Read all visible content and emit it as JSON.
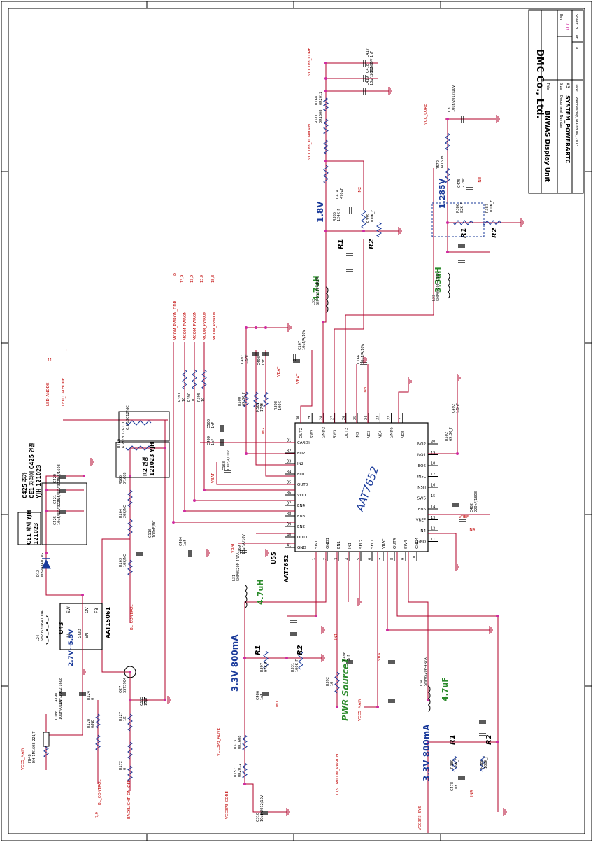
{
  "colors": {
    "wire": "#b0002a",
    "dark": "#000000",
    "blue": "#1a3a9a",
    "green": "#2a8a2a",
    "magenta": "#d02aa0",
    "red": "#c00000"
  },
  "title_block": {
    "company": "DMC Co., Ltd.",
    "title_label": "Title",
    "title": "BNWAS Display Unit",
    "size_label": "Size",
    "size": "A3",
    "docnum_label": "Document Number",
    "docnum": "SYSTEM_POWER&RTC",
    "rev_label": "Rev",
    "rev": "1.0",
    "date_label": "Date:",
    "date": "Wednesday, March 06, 2013",
    "sheet_label": "Sheet",
    "sheet": "8",
    "of_label": "of",
    "total": "18"
  },
  "chip": {
    "name": "AAT7652",
    "ref": "U55",
    "part": "AAT7652",
    "pins_top": [
      {
        "num": "30",
        "name": "OUT2"
      },
      {
        "num": "29",
        "name": "SW2"
      },
      {
        "num": "28",
        "name": "GND2"
      },
      {
        "num": "27",
        "name": "SW3"
      },
      {
        "num": "26",
        "name": "OUT3"
      },
      {
        "num": "25",
        "name": "IN3"
      },
      {
        "num": "24",
        "name": "NC3"
      },
      {
        "num": "23",
        "name": "NC4"
      },
      {
        "num": "22",
        "name": "GND5"
      },
      {
        "num": "21",
        "name": "NC5"
      }
    ],
    "pins_bottom": [
      {
        "num": "1",
        "name": "SW1"
      },
      {
        "num": "2",
        "name": "GND1"
      },
      {
        "num": "3",
        "name": "EN1"
      },
      {
        "num": "4",
        "name": "IN1"
      },
      {
        "num": "5",
        "name": "SEL2"
      },
      {
        "num": "6",
        "name": "SEL1"
      },
      {
        "num": "7",
        "name": "VBAT"
      },
      {
        "num": "8",
        "name": "OUT4"
      },
      {
        "num": "9",
        "name": "SW4"
      },
      {
        "num": "10",
        "name": "GND4"
      }
    ],
    "pins_left": [
      {
        "num": "31",
        "name": "CARDY"
      },
      {
        "num": "32",
        "name": "EO2"
      },
      {
        "num": "33",
        "name": "IN2"
      },
      {
        "num": "34",
        "name": "EO1"
      },
      {
        "num": "35",
        "name": "OUT0"
      },
      {
        "num": "36",
        "name": "VDD"
      },
      {
        "num": "37",
        "name": "EN4"
      },
      {
        "num": "38",
        "name": "EN3"
      },
      {
        "num": "39",
        "name": "EN2"
      },
      {
        "num": "40",
        "name": "OUT1"
      },
      {
        "num": "41",
        "name": "GND"
      }
    ],
    "pins_right": [
      {
        "num": "20",
        "name": "NO2"
      },
      {
        "num": "19",
        "name": "NO1"
      },
      {
        "num": "18",
        "name": "EO6"
      },
      {
        "num": "17",
        "name": "IN5L"
      },
      {
        "num": "16",
        "name": "IN5H"
      },
      {
        "num": "15",
        "name": "SW6"
      },
      {
        "num": "14",
        "name": "EN6"
      },
      {
        "num": "13",
        "name": "VREF"
      },
      {
        "num": "12",
        "name": "IN4"
      },
      {
        "num": "11",
        "name": "GND"
      }
    ]
  },
  "chip2": {
    "ref": "U43",
    "part": "AAT15061",
    "pins": [
      "SW",
      "OV",
      "IN",
      "GND",
      "EN",
      "FB"
    ]
  },
  "nets": {
    "net_mcom_pwron_ddr": "MCOM_PWRON_DDR",
    "net_mcom_pwron": "MCOM_PWRON",
    "net_led_anode": "LED_ANODE",
    "net_led_cathode": "LED_CATHODE",
    "net_bl_control": "BL_CONTROL",
    "net_backlight": "BACKLIGHT_ON_OFF",
    "net_micom_pwron": "MICOM_PWRON",
    "net_vcc5_main": "VCC5_MAIN",
    "net_vcc3p3_alive": "VCC3P3_ALIVE",
    "net_vcc3p3_core": "VCC3P3_CORE",
    "net_vcc3p3_sys": "VCC3P3_SYS",
    "net_vcc1p8_core": "VCC1P8_CORE",
    "net_vcc1p8_ddrmain": "VCC1P8_DDRMAIN",
    "net_vcc_core": "VCC_CORE",
    "net_vbat": "VBAT",
    "net_vref": "VREF",
    "net_in1": "IN1",
    "net_in2": "IN2",
    "net_in3": "IN3",
    "net_in4": "IN4",
    "page_refs": [
      "6",
      "13,9",
      "13,9",
      "13,9",
      "18,8",
      "11",
      "11",
      "7,9",
      "13,9"
    ]
  },
  "annotations": {
    "v18": "1.8V",
    "v1285": "1.285V",
    "uh_47_a": "4.7uH",
    "uh_33": "3.3uH",
    "uh_47_b": "4.7uH",
    "uh_47_c": "4.7uF",
    "ma_33_a": "3.3V 800mA",
    "ma_33_b": "3.3V 800mA",
    "pwr_source": "PWR Source1",
    "range_a": "2.7V~5.5V",
    "r1": "R1",
    "r2": "R2",
    "note1a": "C425 추가",
    "note1b": "CE1 자리에 C425 연결",
    "note1c": "YJH 121023",
    "note2a": "CE1 삭제 YJH",
    "note2b": "121023",
    "note3a": "R2 변경",
    "note3b": "121023 YJH"
  },
  "components": [
    {
      "ref": "C417",
      "val": "1nF"
    },
    {
      "ref": "C418",
      "val": "100nF"
    },
    {
      "ref": "C419",
      "val": "10uF/2012/10V"
    },
    {
      "ref": "R168",
      "val": "0R2012"
    },
    {
      "ref": "R571",
      "val": "0R1608"
    },
    {
      "ref": "C474",
      "val": "470pF"
    },
    {
      "ref": "R385",
      "val": "124K_F"
    },
    {
      "ref": "R339",
      "val": "100K_F"
    },
    {
      "ref": "C311",
      "val": "10uF/2012/10V"
    },
    {
      "ref": "R572",
      "val": "0R1608"
    },
    {
      "ref": "C475",
      "val": "2.2nF"
    },
    {
      "ref": "R386",
      "val": "82K_F"
    },
    {
      "ref": "R387",
      "val": "100K_F"
    },
    {
      "ref": "L32",
      "val": "SHP0520P-4R7A"
    },
    {
      "ref": "L33",
      "val": "SHP0520P-3R3A"
    },
    {
      "ref": "C497",
      "val": "1.5nF"
    },
    {
      "ref": "C498",
      "val": "1nF"
    },
    {
      "ref": "R500",
      "val": "69.8K_F"
    },
    {
      "ref": "R501",
      "val": "174K"
    },
    {
      "ref": "R393",
      "val": "100K"
    },
    {
      "ref": "C500",
      "val": "1nF"
    },
    {
      "ref": "C499",
      "val": "1nF"
    },
    {
      "ref": "R391",
      "val": "10"
    },
    {
      "ref": "R390",
      "val": "10"
    },
    {
      "ref": "R395",
      "val": "10"
    },
    {
      "ref": "C484",
      "val": "1nF"
    },
    {
      "ref": "C116",
      "val": "100nF/NC"
    },
    {
      "ref": "C115",
      "val": "18pF"
    },
    {
      "ref": "R170",
      "val": "6.2K/2012/NC"
    },
    {
      "ref": "R169",
      "val": "6.2K/2012"
    },
    {
      "ref": "R165",
      "val": "0/1608"
    },
    {
      "ref": "R164",
      "val": "20K/NC"
    },
    {
      "ref": "R163",
      "val": "10K/NC"
    },
    {
      "ref": "R127",
      "val": "1K"
    },
    {
      "ref": "R128",
      "val": "0/NC"
    },
    {
      "ref": "R124",
      "val": "0"
    },
    {
      "ref": "R172",
      "val": "0"
    },
    {
      "ref": "Q27",
      "val": "SST3904"
    },
    {
      "ref": "D12",
      "val": "MBRA340T3G"
    },
    {
      "ref": "L24",
      "val": "SHP0520P-R100A"
    },
    {
      "ref": "FB48",
      "val": "HH-1M1608-221JT"
    },
    {
      "ref": "C420",
      "val": "10nF/1608"
    },
    {
      "ref": "C421",
      "val": "10uF/35V/3225"
    },
    {
      "ref": "C425",
      "val": "10uF/35V/3225"
    },
    {
      "ref": "C186",
      "val": "10uF/A/10V"
    },
    {
      "ref": "C419b",
      "val": "1uF/2012/1608"
    },
    {
      "ref": "L31",
      "val": "SHP0520P-4R7A"
    },
    {
      "ref": "R397",
      "val": "97K_F"
    },
    {
      "ref": "R331",
      "val": "100K_F"
    },
    {
      "ref": "C486",
      "val": "1nF"
    },
    {
      "ref": "C496",
      "val": "1nF"
    },
    {
      "ref": "R392",
      "val": "10"
    },
    {
      "ref": "R573",
      "val": "0R1608"
    },
    {
      "ref": "R157",
      "val": "0R2012"
    },
    {
      "ref": "C310",
      "val": "10uF/2012/10V"
    },
    {
      "ref": "L34",
      "val": "SHP0520P-4R7A"
    },
    {
      "ref": "R388",
      "val": "100K_F"
    },
    {
      "ref": "R389",
      "val": "36K_F"
    },
    {
      "ref": "C478",
      "val": "1nF"
    },
    {
      "ref": "C482",
      "val": "220nF/1608"
    },
    {
      "ref": "C492",
      "val": "1.5nF"
    },
    {
      "ref": "R502",
      "val": "69.8K_F"
    },
    {
      "ref": "C167",
      "val": "10uF/A/10V"
    },
    {
      "ref": "C166",
      "val": "10uF/A/10V"
    },
    {
      "ref": "C168",
      "val": "10uF/A/10V"
    },
    {
      "ref": "C169",
      "val": "10uF/A/10V"
    }
  ]
}
